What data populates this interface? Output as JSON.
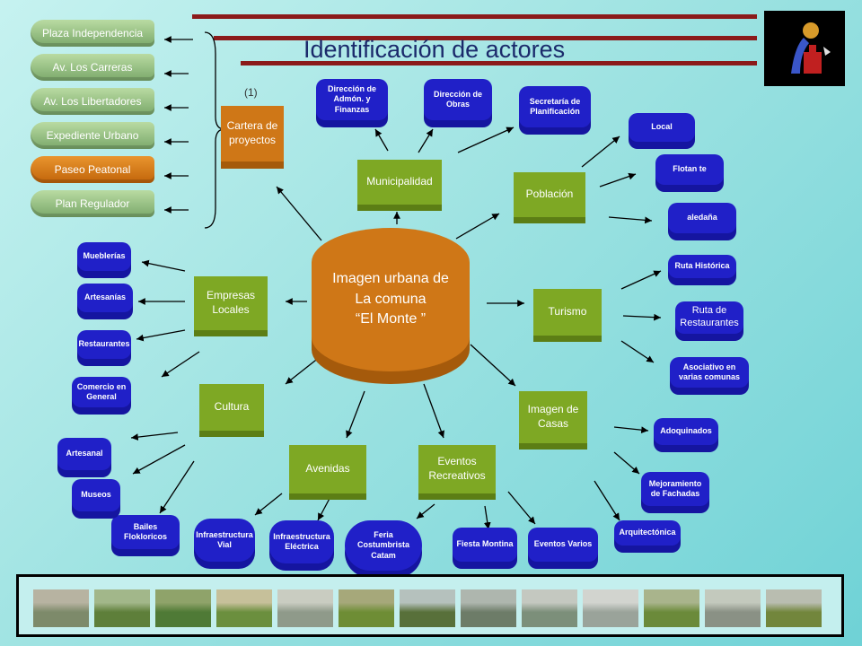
{
  "title": "Identificación de actores",
  "note": "(1)",
  "left_menu": [
    {
      "label": "Plaza Independencia",
      "active": false
    },
    {
      "label": "Av. Los Carreras",
      "active": false
    },
    {
      "label": "Av. Los Libertadores",
      "active": false
    },
    {
      "label": "Expediente Urbano",
      "active": false
    },
    {
      "label": "Paseo Peatonal",
      "active": true
    },
    {
      "label": "Plan Regulador",
      "active": false
    }
  ],
  "center": {
    "line1": "Imagen urbana de",
    "line2": "La comuna",
    "line3": "“El Monte ”"
  },
  "nodes": {
    "cartera": "Cartera de proyectos",
    "municipalidad": "Municipalidad",
    "poblacion": "Población",
    "empresas": "Empresas Locales",
    "turismo": "Turismo",
    "cultura": "Cultura",
    "imagen_casas": "Imagen de Casas",
    "avenidas": "Avenidas",
    "eventos": "Eventos Recreativos"
  },
  "leaves": {
    "dir_admon": "Dirección de Admón. y Finanzas",
    "dir_obras": "Dirección de Obras",
    "secretaria": "Secretaría de Planificación",
    "local": "Local",
    "flotante": "Flotan te",
    "aledana": "aledaña",
    "ruta_historica": "Ruta Histórica",
    "ruta_restaurantes": "Ruta de Restaurantes",
    "asociativo": "Asociativo en varias comunas",
    "adoquinados": "Adoquinados",
    "mejoramiento": "Mejoramiento de Fachadas",
    "arquitectonica": "Arquitectónica",
    "eventos_varios": "Eventos Varios",
    "fiesta_montina": "Fiesta Montina",
    "feria": "Feria Costumbrista Catam",
    "infra_electrica": "Infraestructura Eléctrica",
    "infra_vial": "Infraestructura Vial",
    "bailes": "Bailes Flokloricos",
    "museos": "Museos",
    "artesanal": "Artesanal",
    "comercio": "Comercio en General",
    "restaurantes": "Restaurantes",
    "artesanias": "Artesanías",
    "mueblerias": "Mueblerías"
  },
  "colors": {
    "green": "#7ea824",
    "orange": "#cf7717",
    "blue": "#2020c8",
    "rule": "#8b1a1a"
  },
  "photo_strip": {
    "count": 13
  }
}
